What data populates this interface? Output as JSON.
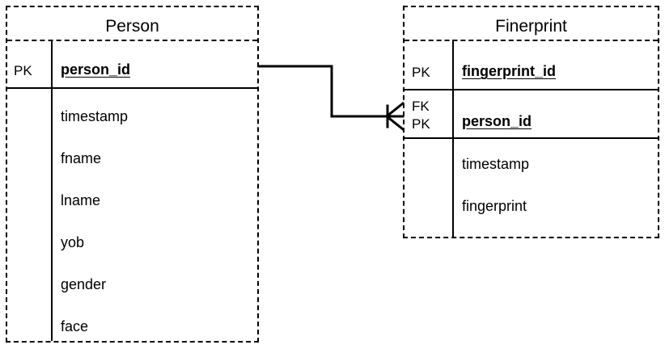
{
  "diagram": {
    "type": "entity-relationship-diagram",
    "notation": "crows-foot",
    "background": "#ffffff",
    "line_color": "#000000",
    "entities": [
      {
        "id": "person",
        "title": "Person",
        "rows": [
          {
            "key": "PK",
            "name": "person_id",
            "is_key": true
          },
          {
            "key": "",
            "name": "timestamp",
            "is_key": false
          },
          {
            "key": "",
            "name": "fname",
            "is_key": false
          },
          {
            "key": "",
            "name": "lname",
            "is_key": false
          },
          {
            "key": "",
            "name": "yob",
            "is_key": false
          },
          {
            "key": "",
            "name": "gender",
            "is_key": false
          },
          {
            "key": "",
            "name": "face",
            "is_key": false
          }
        ]
      },
      {
        "id": "fingerprint",
        "title": "Finerprint",
        "rows": [
          {
            "key": "PK",
            "name": "fingerprint_id",
            "is_key": true
          },
          {
            "key": "FK\nPK",
            "name": "person_id",
            "is_key": true
          },
          {
            "key": "",
            "name": "timestamp",
            "is_key": false
          },
          {
            "key": "",
            "name": "fingerprint",
            "is_key": false
          }
        ]
      }
    ],
    "relationship": {
      "from_entity": "person",
      "from_attribute": "person_id",
      "to_entity": "fingerprint",
      "to_attribute": "person_id",
      "from_cardinality": "one",
      "to_cardinality": "many"
    }
  }
}
